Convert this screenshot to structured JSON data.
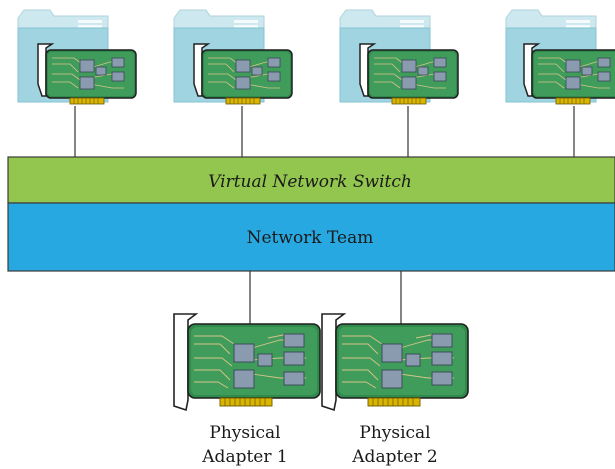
{
  "switch_label": "Virtual Network Switch",
  "team_label": "Network Team",
  "adapters": [
    {
      "line1": "Physical",
      "line2": "Adapter 1"
    },
    {
      "line1": "Physical",
      "line2": "Adapter 2"
    }
  ],
  "colors": {
    "switch_bar": "#93c64e",
    "team_bar": "#27a8e0",
    "bar_border": "#3b3b3b",
    "folder_back": "#bfe2ea",
    "folder_front": "#9dd3df",
    "card_green": "#2f8a4c",
    "card_border": "#1f1f1f",
    "chip": "#8a9bb0",
    "pins": "#d9b400"
  }
}
